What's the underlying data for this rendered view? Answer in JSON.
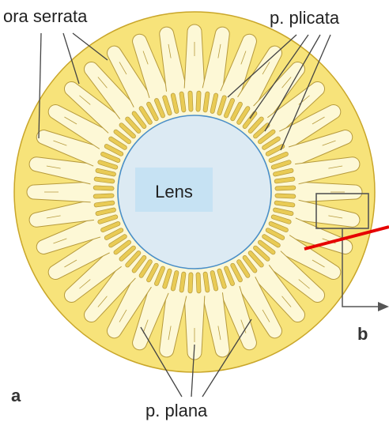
{
  "labels": {
    "ora_serrata": "ora serrata",
    "p_plicata": "p. plicata",
    "p_plana": "p. plana",
    "lens": "Lens",
    "panel_a": "a",
    "panel_b": "b"
  },
  "colors": {
    "outer_ring": "#f7e37a",
    "outer_ring_stroke": "#c9a62a",
    "lobes": "#fdf8d6",
    "lobe_stroke": "#b69a3c",
    "folds": "#e9cb55",
    "lens_fill": "#dceaf3",
    "lens_stroke": "#4a8fc8",
    "lens_label_bg": "#c6e2f3",
    "leader": "#444444",
    "red_line": "#e60000",
    "detail_box": "#555555"
  },
  "counts": {
    "pars_plana_lobes": 36,
    "plicata_folds": 72
  }
}
